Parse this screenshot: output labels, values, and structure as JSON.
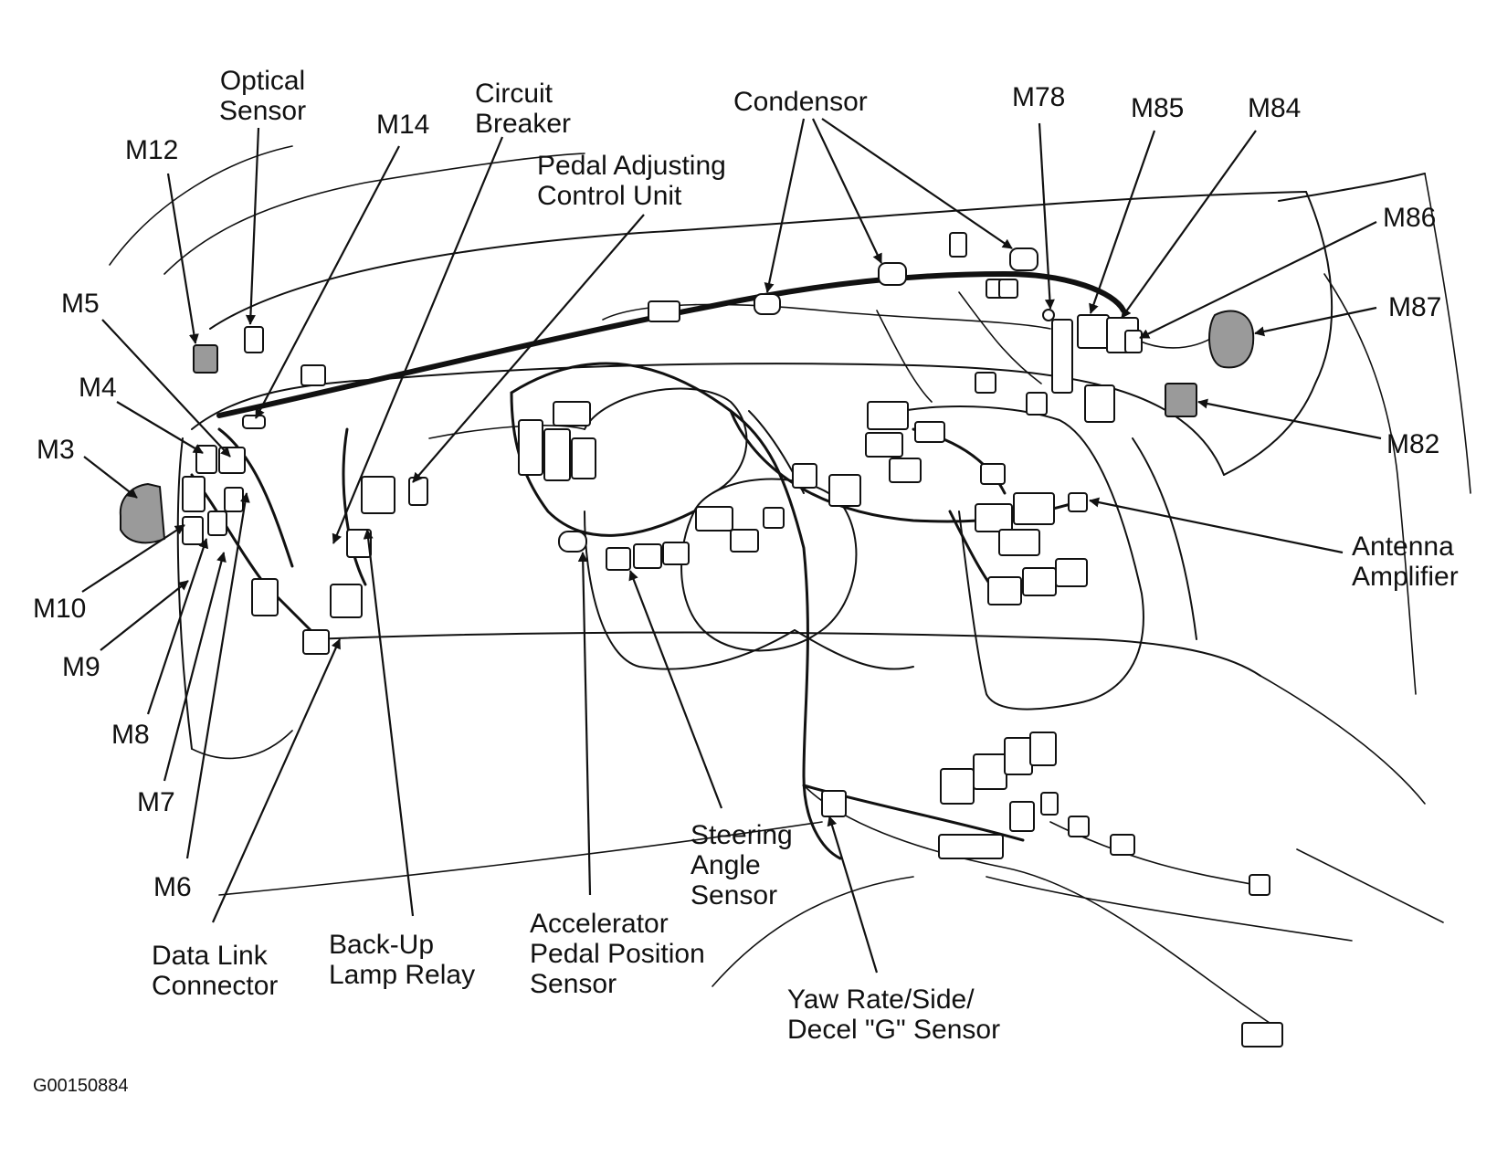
{
  "labels": {
    "optical_sensor": "Optical\nSensor",
    "m14": "M14",
    "circuit_breaker": "Circuit\nBreaker",
    "condensor": "Condensor",
    "m78": "M78",
    "m85": "M85",
    "m84": "M84",
    "m12": "M12",
    "pedal_adjusting_control_unit": "Pedal Adjusting\nControl Unit",
    "m86": "M86",
    "m5": "M5",
    "m87": "M87",
    "m4": "M4",
    "m3": "M3",
    "m82": "M82",
    "antenna_amplifier": "Antenna\nAmplifier",
    "m10": "M10",
    "m9": "M9",
    "m8": "M8",
    "m7": "M7",
    "m6": "M6",
    "steering_angle_sensor": "Steering\nAngle\nSensor",
    "data_link_connector": "Data Link\nConnector",
    "back_up_lamp_relay": "Back-Up\nLamp Relay",
    "accelerator_pedal_position_sensor": "Accelerator\nPedal Position\nSensor",
    "yaw_rate_sensor": "Yaw Rate/Side/\nDecel \"G\" Sensor"
  },
  "figure_code": "G00150884"
}
